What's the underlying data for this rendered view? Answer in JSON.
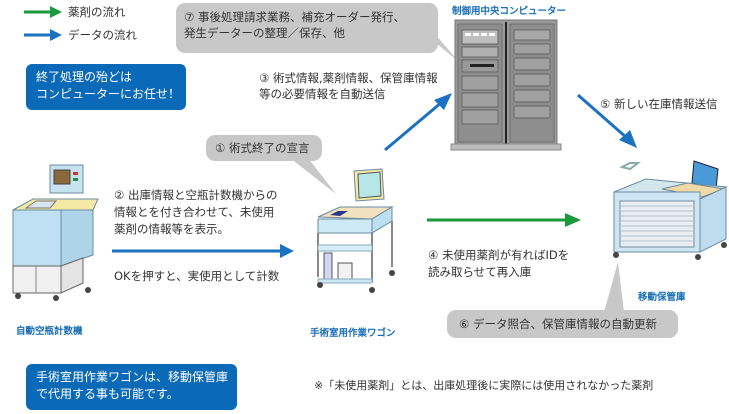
{
  "legend": {
    "items": [
      {
        "label": "薬剤の流れ",
        "color": "#1a9a3a",
        "icon": "green-arrow-icon"
      },
      {
        "label": "データの流れ",
        "color": "#1a72c0",
        "icon": "blue-arrow-icon"
      }
    ]
  },
  "notes": {
    "top_left_box": [
      "終了処理の殆どは",
      "コンピューターにお任せ！"
    ],
    "bottom_left_box": [
      "手術室用作業ワゴンは、移動保管庫",
      "で代用する事も可能です。"
    ],
    "footnote": "※「未使用薬剤」とは、出庫処理後に実際には使用されなかった薬剤"
  },
  "devices": {
    "counter": "自動空瓶計数機",
    "wagon": "手術室用作業ワゴン",
    "server": "制御用中央コンピューター",
    "storage": "移動保管庫"
  },
  "steps": {
    "s1": "① 術式終了の宣言",
    "s2": [
      "② 出庫情報と空瓶計数機からの",
      "情報とを付き合わせて、未使用",
      "薬剤の情報等を表示。"
    ],
    "s2b": "OKを押すと、実使用として計数",
    "s3": [
      "③ 術式情報,薬剤情報、保管庫情報",
      "等の必要情報を自動送信"
    ],
    "s4": [
      "④ 未使用薬剤が有ればIDを",
      "読み取らせて再入庫"
    ],
    "s5": "⑤ 新しい在庫情報送信",
    "s6": "⑥ データ照合、保管庫情報の自動更新",
    "s7": [
      "⑦ 事後処理請求業務、補充オーダー発行、",
      "発生データーの整理／保存、他"
    ]
  },
  "colors": {
    "drug_flow": "#1a9a3a",
    "data_flow": "#1a72c0",
    "bubble": "#c8c8c8",
    "note_box": "#0b6ab8",
    "device_label": "#1a6fb5"
  }
}
